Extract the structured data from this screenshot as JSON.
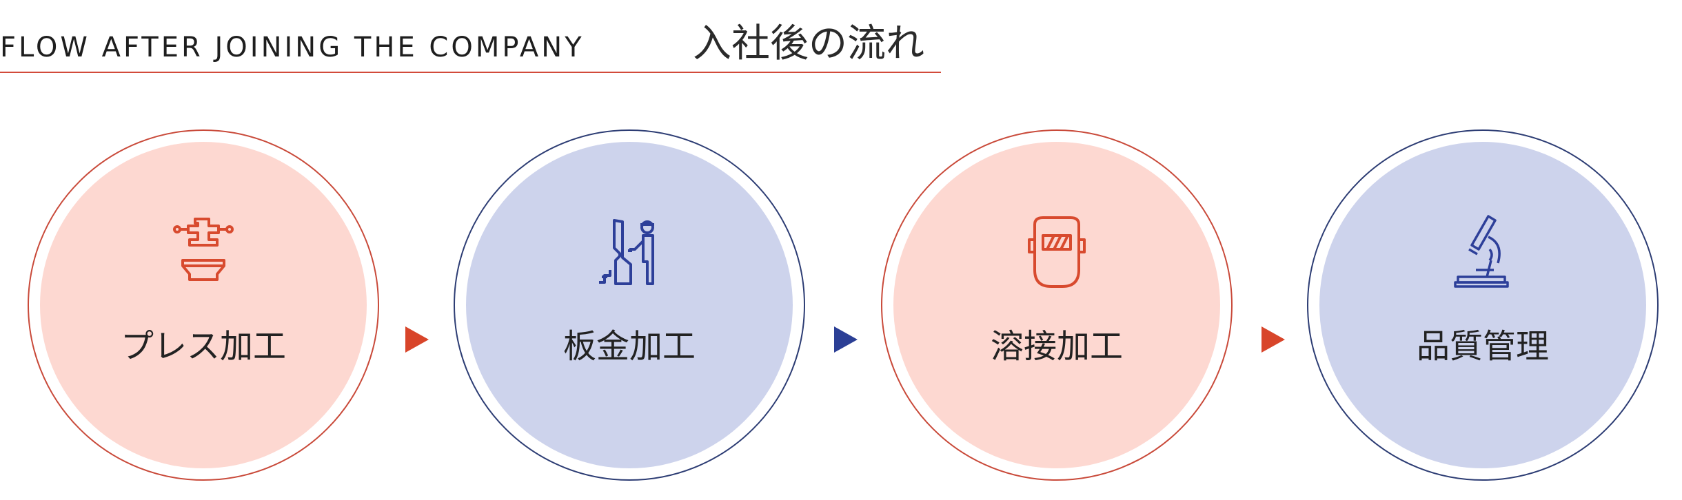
{
  "header": {
    "title_en": "FLOW AFTER JOINING THE COMPANY",
    "title_jp": "入社後の流れ",
    "line_color": "#d24a3a"
  },
  "colors": {
    "red_ring": "#c94a3a",
    "red_disc": "#fdd8d1",
    "red_icon": "#d84a2e",
    "blue_ring": "#2d3d74",
    "blue_disc": "#cdd3ec",
    "blue_icon": "#2d3f99",
    "arrow_red": "#d8452a",
    "arrow_blue": "#2b3f95"
  },
  "steps": [
    {
      "label": "プレス加工",
      "icon": "press-machine-icon",
      "theme": "red"
    },
    {
      "label": "板金加工",
      "icon": "sheet-metal-worker-icon",
      "theme": "blue"
    },
    {
      "label": "溶接加工",
      "icon": "welding-mask-icon",
      "theme": "red"
    },
    {
      "label": "品質管理",
      "icon": "microscope-icon",
      "theme": "blue"
    }
  ],
  "arrows": [
    "red",
    "blue",
    "red"
  ]
}
